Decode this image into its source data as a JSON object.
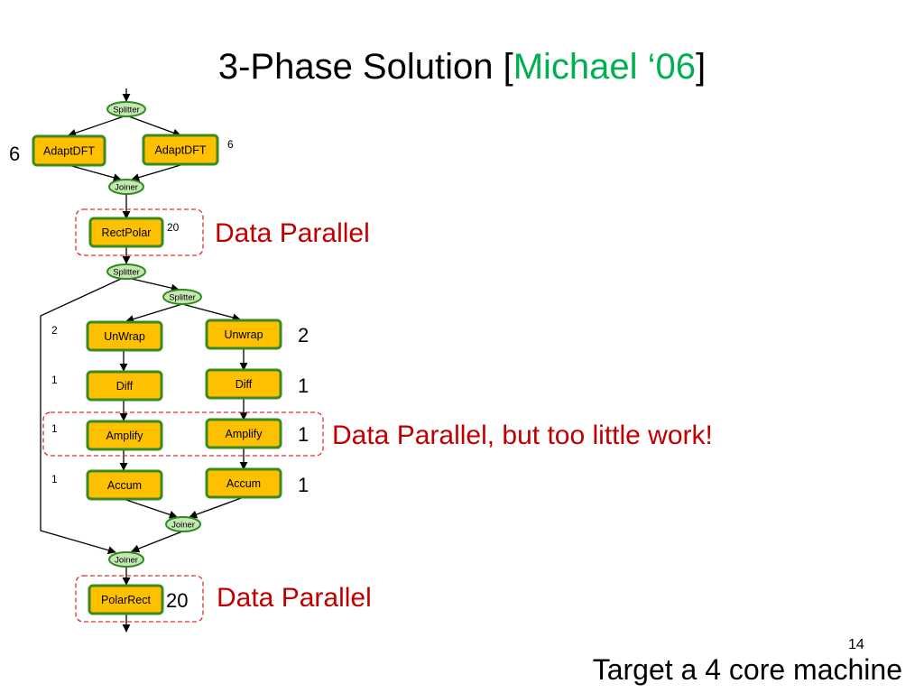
{
  "title": {
    "main": "3-Phase Solution [",
    "accent": "Michael ‘06",
    "close": "]"
  },
  "colors": {
    "filter_fill": "#ffc000",
    "filter_border": "#3a8a1f",
    "splitjoin_fill": "#c6e7b4",
    "annotation": "#c00000",
    "accent": "#00b050"
  },
  "nodes": {
    "splitter_top": "Splitter",
    "adaptdft_left": "AdaptDFT",
    "adaptdft_right": "AdaptDFT",
    "joiner_top": "Joiner",
    "rectpolar": "RectPolar",
    "splitter_mid": "Splitter",
    "splitter_inner": "Splitter",
    "unwrap_left": "UnWrap",
    "unwrap_right": "Unwrap",
    "diff_left": "Diff",
    "diff_right": "Diff",
    "amplify_left": "Amplify",
    "amplify_right": "Amplify",
    "accum_left": "Accum",
    "accum_right": "Accum",
    "joiner_inner": "Joiner",
    "joiner_bottom": "Joiner",
    "polarrect": "PolarRect"
  },
  "weights": {
    "adaptdft_left": "6",
    "adaptdft_right": "6",
    "rectpolar": "20",
    "unwrap_left": "2",
    "unwrap_right": "2",
    "diff_left": "1",
    "diff_right": "1",
    "amplify_left": "1",
    "amplify_right": "1",
    "accum_left": "1",
    "accum_right": "1",
    "polarrect": "20"
  },
  "annotations": {
    "rectpolar": "Data Parallel",
    "amplify": "Data Parallel, but too little work!",
    "polarrect": "Data Parallel"
  },
  "footer": "Target a 4 core machine",
  "page_number": "14"
}
